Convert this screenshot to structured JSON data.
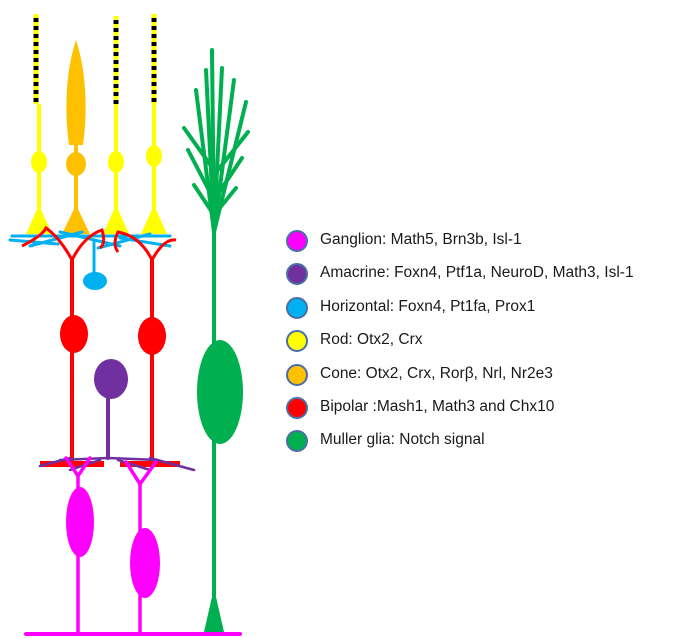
{
  "colors": {
    "ganglion": "#ff00ff",
    "amacrine": "#7030a0",
    "horizontal": "#00b0f0",
    "rod": "#ffff00",
    "cone": "#ffc000",
    "bipolar": "#ff0000",
    "muller": "#00b050",
    "legend_border": "#4a6fa5"
  },
  "legend": [
    {
      "label": "Ganglion: Math5, Brn3b, Isl-1",
      "color": "#ff00ff",
      "icon": "ganglion-dot"
    },
    {
      "label": "Amacrine: Foxn4, Ptf1a, NeuroD, Math3, Isl-1",
      "color": "#7030a0",
      "icon": "amacrine-dot"
    },
    {
      "label": "Horizontal: Foxn4, Pt1fa, Prox1",
      "color": "#00b0f0",
      "icon": "horizontal-dot"
    },
    {
      "label": "Rod: Otx2, Crx",
      "color": "#ffff00",
      "icon": "rod-dot"
    },
    {
      "label": "Cone: Otx2, Crx, Rorβ, Nrl, Nr2e3",
      "color": "#ffc000",
      "icon": "cone-dot"
    },
    {
      "label": "Bipolar :Mash1, Math3 and Chx10",
      "color": "#ff0000",
      "icon": "bipolar-dot"
    },
    {
      "label": "Muller glia: Notch signal",
      "color": "#00b050",
      "icon": "muller-dot"
    }
  ]
}
